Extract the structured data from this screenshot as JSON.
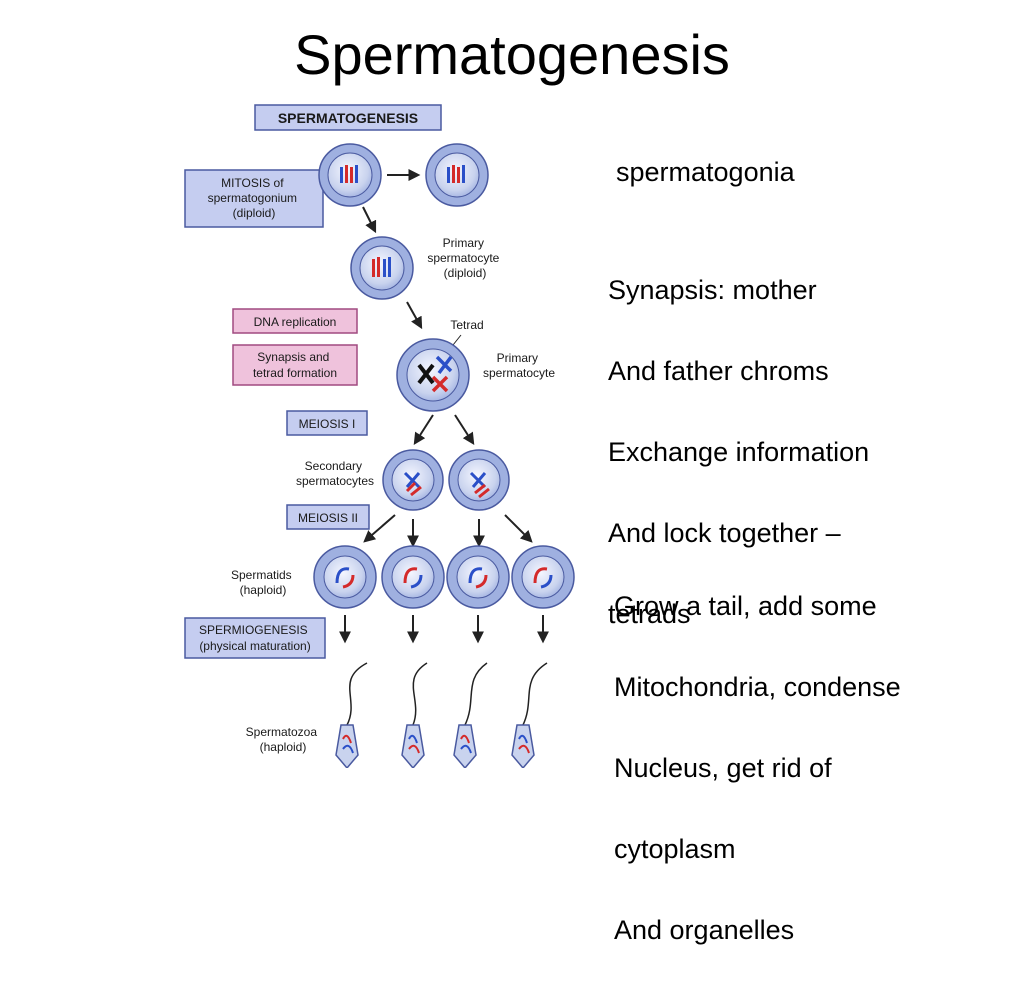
{
  "title": "Spermatogenesis",
  "figure": {
    "header": "SPERMATOGENESIS",
    "labels": {
      "mitosis": [
        "MITOSIS of",
        "spermatogonium",
        "(diploid)"
      ],
      "dna_replication": "DNA replication",
      "synapsis": [
        "Synapsis and",
        "tetrad formation"
      ],
      "meiosis1": "MEIOSIS I",
      "meiosis2": "MEIOSIS II",
      "spermiogenesis": [
        "SPERMIOGENESIS",
        "(physical maturation)"
      ],
      "primary1": [
        "Primary",
        "spermatocyte",
        "(diploid)"
      ],
      "tetrad": "Tetrad",
      "primary2": [
        "Primary",
        "spermatocyte"
      ],
      "secondary": [
        "Secondary",
        "spermatocytes"
      ],
      "spermatids": [
        "Spermatids",
        "(haploid)"
      ],
      "spermatozoa": [
        "Spermatozoa",
        "(haploid)"
      ]
    },
    "colors": {
      "cell_fill": "#c9d3ee",
      "cell_stroke": "#4a5aa0",
      "label_blue": "#c5cdf0",
      "label_pink": "#efc2dc",
      "chrom_red": "#d42a2a",
      "chrom_blue": "#2a4fc8"
    }
  },
  "notes": {
    "spermatogonia": "spermatogonia",
    "synapsis": [
      "Synapsis: mother",
      "And father chroms",
      "Exchange information",
      "And lock together –",
      "tetrads"
    ],
    "spermiogenesis": [
      "Grow a tail, add some",
      "Mitochondria, condense",
      "Nucleus, get rid of",
      "cytoplasm",
      "And organelles"
    ]
  }
}
